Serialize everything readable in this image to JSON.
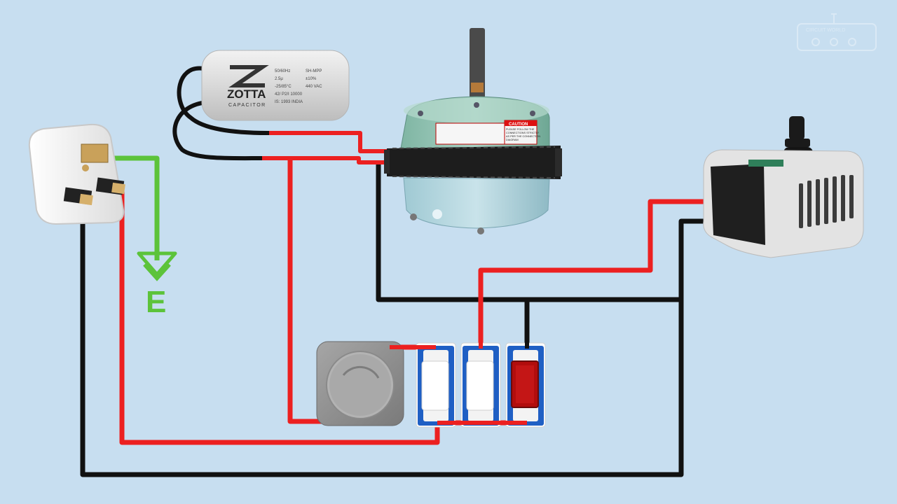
{
  "diagram": {
    "earth_label": "E",
    "capacitor": {
      "brand": "ZOTTA",
      "brand_sub": "CAPACITOR",
      "spec_lines": [
        "50/60Hz",
        "2.5μ",
        "-25/85°C",
        "42/ P2/I 10000",
        "IS: 1993 INDIA"
      ],
      "spec_right": [
        "SH-MPP",
        "±10%",
        "440 VAC"
      ]
    },
    "motor": {
      "caution_title": "CAUTION",
      "caution_lines": [
        "PLEASE FOLLOW THE",
        "CONNECTIONS STRICTLY",
        "AS PER THE CONNECTION",
        "DIAGRAM"
      ]
    },
    "watermark_text": "CIRCUIT WORLD"
  },
  "colors": {
    "background": "#c7def0",
    "live_wire": "#ec2020",
    "neutral_wire": "#111111",
    "earth_wire": "#5cc33a",
    "switch_frame": "#1f5fc4",
    "indicator": "#b20d0d"
  },
  "icons": [
    "plug-icon",
    "capacitor-icon",
    "motor-icon",
    "pump-icon",
    "regulator-icon",
    "switch-icon",
    "indicator-icon",
    "earth-symbol-icon",
    "watermark-icon"
  ]
}
